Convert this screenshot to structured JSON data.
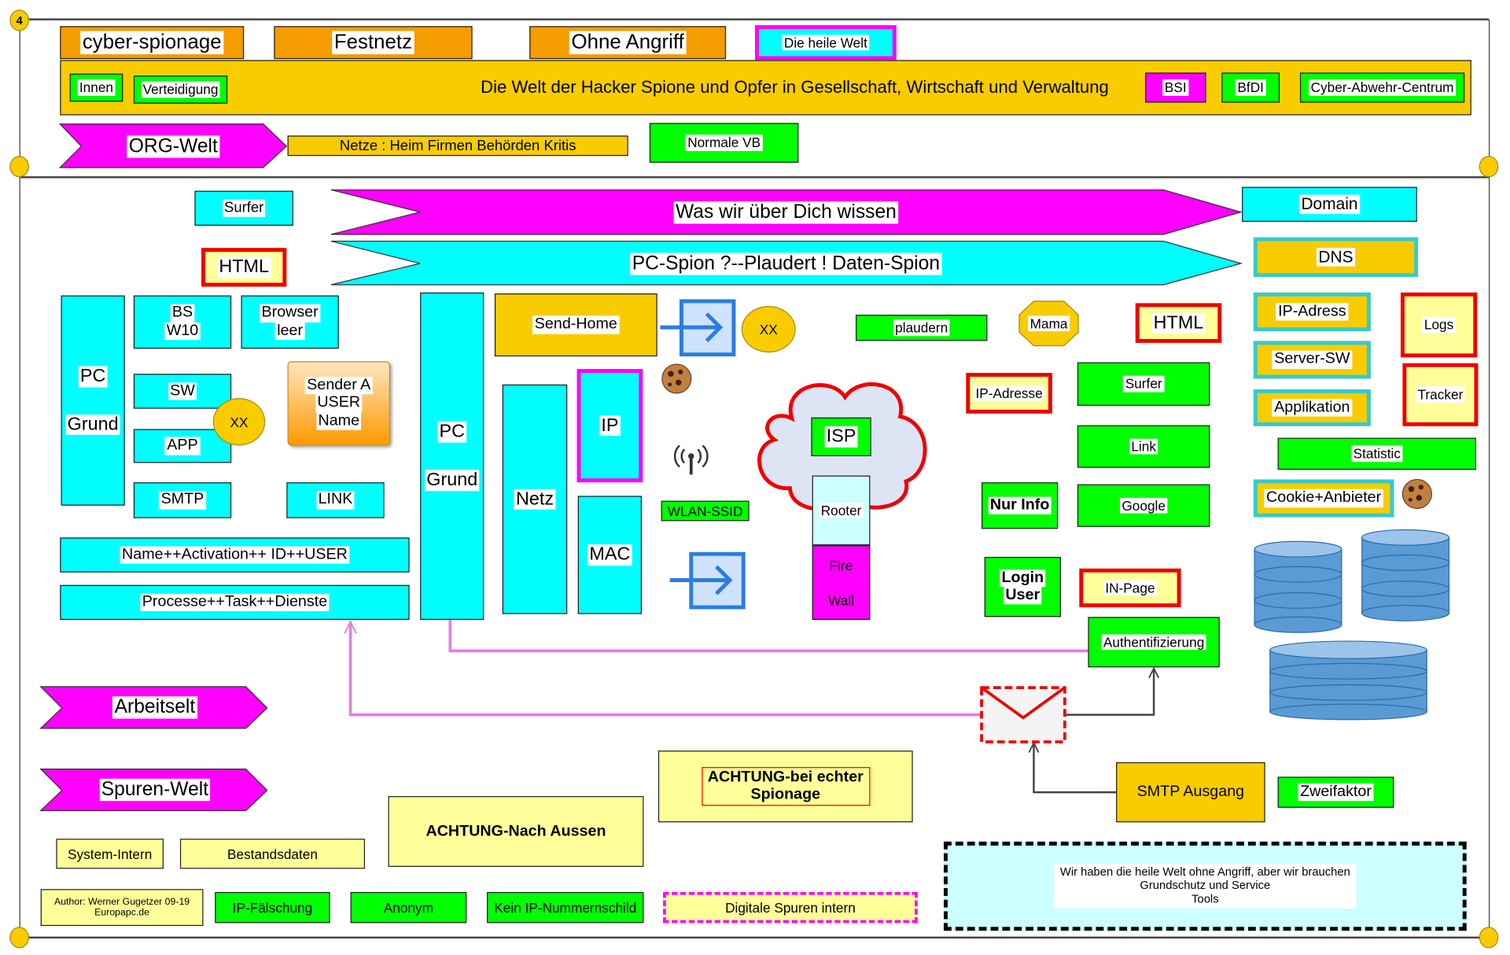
{
  "colors": {
    "cyan": "#00ffff",
    "green": "#00ff00",
    "yellow": "#f9cc00",
    "orange": "#f59c00",
    "magenta": "#ff00ff",
    "light_yellow": "#ffff99",
    "red": "#ee0000"
  },
  "page_number": "4",
  "top": {
    "tabs": [
      "cyber-spionage",
      "Festnetz",
      "Ohne Angriff",
      "Die heile Welt"
    ],
    "banner_title": "Die Welt der Hacker Spione und Opfer in Gesellschaft, Wirtschaft und Verwaltung",
    "left_tags": [
      "Innen",
      "Verteidigung"
    ],
    "right_tags": [
      "BSI",
      "BfDI",
      "Cyber-Abwehr-Centrum"
    ],
    "org_welt": "ORG-Welt",
    "netze": "Netze : Heim Firmen Behörden Kritis",
    "normale_vb": "Normale VB"
  },
  "main": {
    "surfer": "Surfer",
    "html": "HTML",
    "banner1": "Was wir über Dich wissen",
    "banner2": "PC-Spion ?--Plaudert ! Daten-Spion",
    "domain": "Domain",
    "dns": "DNS",
    "pc": "PC",
    "grund": "Grund",
    "bs": "BS",
    "w10": "W10",
    "browser": "Browser",
    "leer": "leer",
    "sw": "SW",
    "app": "APP",
    "xx": "XX",
    "smtp": "SMTP",
    "link": "LINK",
    "sender": [
      "Sender A",
      "USER",
      "Name"
    ],
    "name_activation": "Name++Activation++ ID++USER",
    "processe": "Processe++Task++Dienste",
    "send_home": "Send-Home",
    "netz": "Netz",
    "ip": "IP",
    "mac": "MAC",
    "wlan": "WLAN-SSID",
    "plaudern": "plaudern",
    "mama": "Mama",
    "html2": "HTML",
    "isp": "ISP",
    "rooter": "Rooter",
    "fire": "Fire",
    "wall": "Wall",
    "ip_adresse": "IP-Adresse",
    "surfer2": "Surfer",
    "link2": "Link",
    "google": "Google",
    "nur_info": "Nur Info",
    "login": "Login",
    "user": "User",
    "in_page": "IN-Page",
    "auth": "Authentifizierung",
    "ip_adress": "IP-Adress",
    "server_sw": "Server-SW",
    "applikation": "Applikation",
    "logs": "Logs",
    "tracker": "Tracker",
    "statistic": "Statistic",
    "cookie_anbieter": "Cookie+Anbieter",
    "arbeitselt": "Arbeitselt",
    "spuren_welt": "Spuren-Welt",
    "achtung_echt": "ACHTUNG-bei echter Spionage",
    "achtung_aussen": "ACHTUNG-Nach Aussen",
    "smtp_ausgang": "SMTP Ausgang",
    "zweifaktor": "Zweifaktor",
    "system_intern": "System-Intern",
    "bestandsdaten": "Bestandsdaten",
    "author": "Author: Werner Gugetzer  09-19",
    "author_site": "Europapc.de",
    "ip_faelschung": "IP-Fälschung",
    "anonym": "Anonym",
    "kein_ip": "Kein IP-Nummernschild",
    "digitale_spuren": "Digitale Spuren intern",
    "info": [
      "Wir haben die heile Welt ohne Angriff, aber wir brauchen",
      "Grundschutz und Service",
      "Tools"
    ]
  }
}
